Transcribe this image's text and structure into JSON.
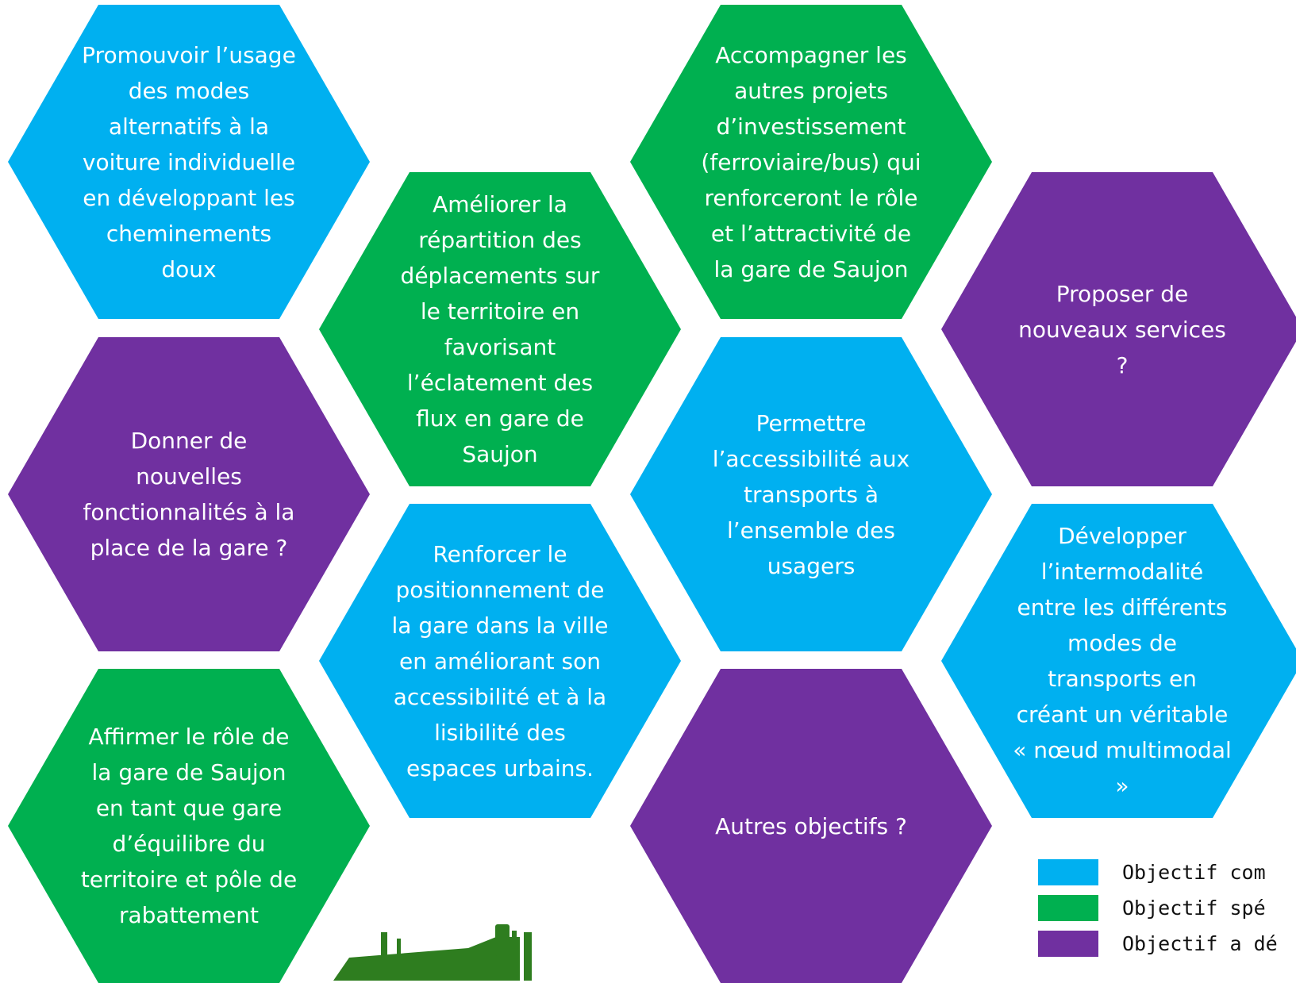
{
  "colors": {
    "blue": "#00b0f0",
    "green": "#00b050",
    "purple": "#7030a0"
  },
  "hexagons": [
    {
      "color": "blue",
      "text": "Promouvoir l’usage des modes alternatifs à la voiture individuelle en développant les cheminements doux"
    },
    {
      "color": "green",
      "text": "Améliorer la répartition des déplacements sur le territoire en favorisant l’éclatement des flux en gare de Saujon"
    },
    {
      "color": "green",
      "text": "Accompagner les autres projets d’investissement (ferroviaire/bus) qui renforceront le rôle et l’attractivité de la gare de Saujon"
    },
    {
      "color": "purple",
      "text": "Proposer de nouveaux services ?"
    },
    {
      "color": "purple",
      "text": "Donner de nouvelles fonctionnalités à la place de la gare ?"
    },
    {
      "color": "blue",
      "text": "Renforcer le positionnement de la gare dans la ville en améliorant son accessibilité et à la lisibilité des espaces urbains."
    },
    {
      "color": "blue",
      "text": "Permettre l’accessibilité aux transports à l’ensemble des usagers"
    },
    {
      "color": "blue",
      "text": "Développer l’intermodalité entre les différents modes de transports en créant un véritable « nœud multimodal »"
    },
    {
      "color": "green",
      "text": "Affirmer le rôle de la gare de Saujon en tant que gare d’équilibre du territoire et pôle de rabattement"
    },
    {
      "color": "purple",
      "text": "Autres objectifs ?"
    }
  ],
  "legend": [
    {
      "color": "blue",
      "label": "Objectif com"
    },
    {
      "color": "green",
      "label": "Objectif spé"
    },
    {
      "color": "purple",
      "label": "Objectif a dé"
    }
  ],
  "station_icon": "train-station-silhouette"
}
